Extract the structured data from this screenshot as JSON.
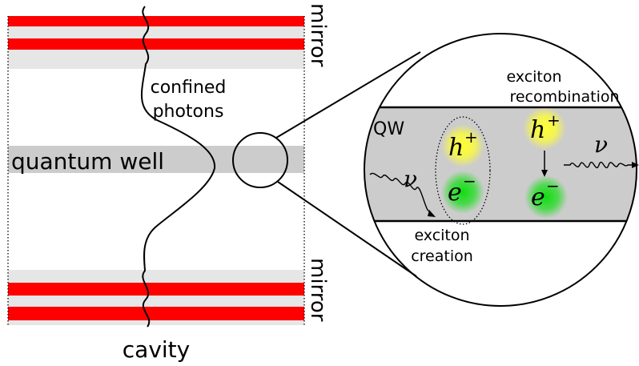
{
  "labels": {
    "mirror_top": "mirror",
    "mirror_bottom": "mirror",
    "confined_photons_line1": "confined",
    "confined_photons_line2": "photons",
    "quantum_well": "quantum well",
    "cavity": "cavity",
    "qw": "QW",
    "exciton_recombination_line1": "exciton",
    "exciton_recombination_line2": "recombination",
    "exciton_creation_line1": "exciton",
    "exciton_creation_line2": "creation",
    "hole_symbol": "h",
    "hole_sign": "+",
    "electron_symbol": "e",
    "electron_sign": "−",
    "photon_symbol": "ν"
  },
  "colors": {
    "mirror_red": "#ff0000",
    "mirror_gray": "#e6e6e6",
    "well_gray": "#cccccc",
    "hole_glow": "#ffff33",
    "electron_glow": "#22dd22"
  },
  "icons": {
    "hole": "yellow-glow-particle",
    "electron": "green-glow-particle",
    "photon": "wavy-arrow"
  }
}
